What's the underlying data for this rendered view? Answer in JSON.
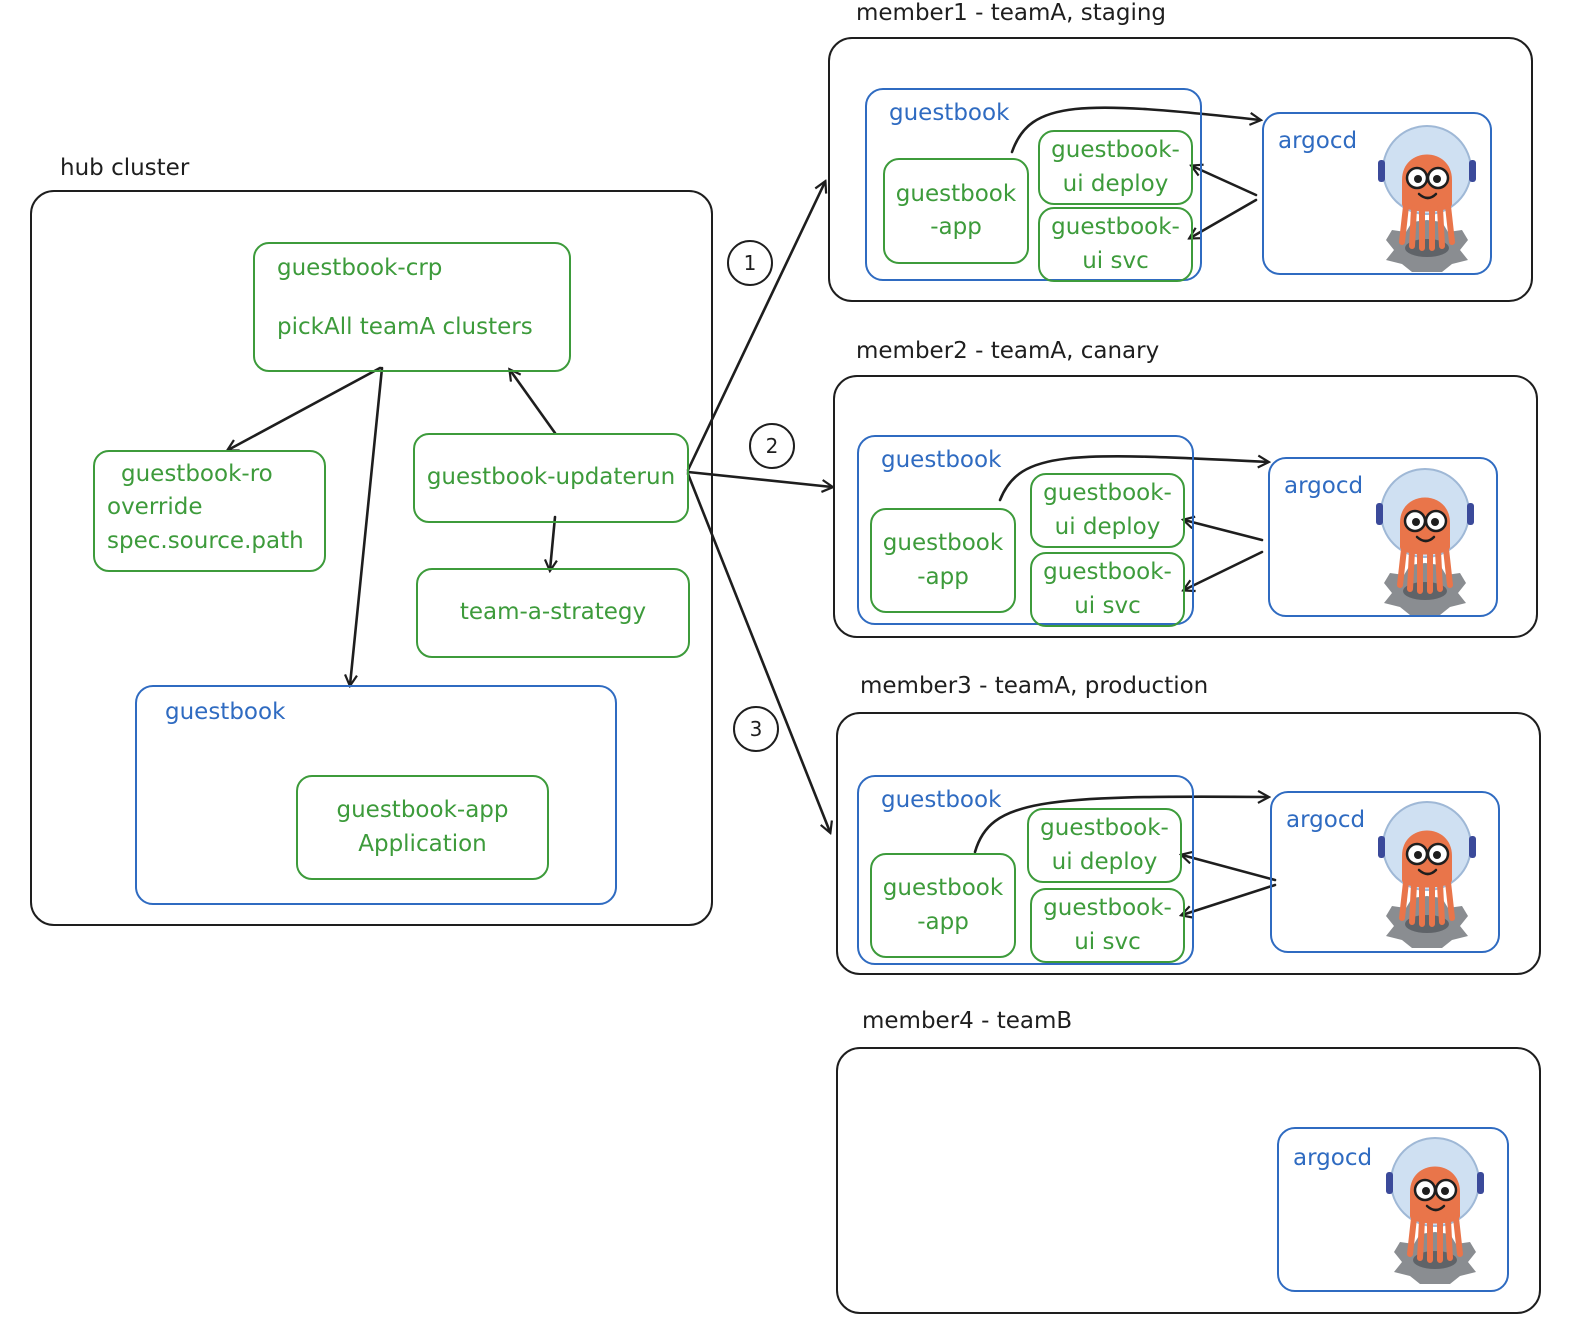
{
  "hub": {
    "title": "hub cluster",
    "crp": {
      "line1": "guestbook-crp",
      "line2": "pickAll teamA clusters"
    },
    "ro": {
      "line1": "guestbook-ro",
      "line2": "override",
      "line3": "spec.source.path"
    },
    "updaterun": "guestbook-updaterun",
    "strategy": "team-a-strategy",
    "namespace": {
      "label": "guestbook",
      "app_line1": "guestbook-app",
      "app_line2": "Application"
    }
  },
  "steps": [
    "1",
    "2",
    "3"
  ],
  "members": [
    {
      "title": "member1 - teamA, staging",
      "ns_label": "guestbook",
      "app_line1": "guestbook",
      "app_line2": "-app",
      "deploy_line1": "guestbook-",
      "deploy_line2": "ui deploy",
      "svc_line1": "guestbook-",
      "svc_line2": "ui svc",
      "argocd": "argocd"
    },
    {
      "title": "member2 - teamA, canary",
      "ns_label": "guestbook",
      "app_line1": "guestbook",
      "app_line2": "-app",
      "deploy_line1": "guestbook-",
      "deploy_line2": "ui deploy",
      "svc_line1": "guestbook-",
      "svc_line2": "ui svc",
      "argocd": "argocd"
    },
    {
      "title": "member3 - teamA, production",
      "ns_label": "guestbook",
      "app_line1": "guestbook",
      "app_line2": "-app",
      "deploy_line1": "guestbook-",
      "deploy_line2": "ui deploy",
      "svc_line1": "guestbook-",
      "svc_line2": "ui svc",
      "argocd": "argocd"
    },
    {
      "title": "member4 - teamB",
      "argocd": "argocd"
    }
  ],
  "colors": {
    "green": "#3d9b3b",
    "blue": "#2f6bc1",
    "ink": "#1e1e1e",
    "mascot_orange": "#e9754a"
  },
  "icons": [
    "argo-octopus-icon"
  ]
}
